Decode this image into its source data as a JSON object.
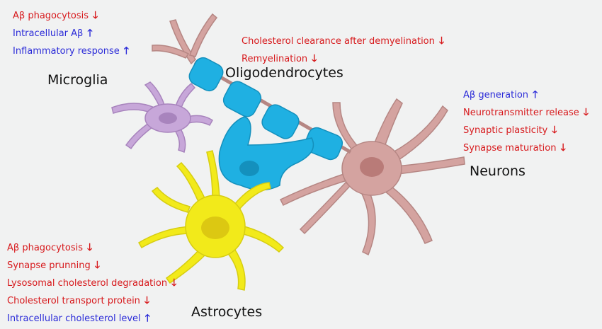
{
  "colors": {
    "down": "#d7191c",
    "up": "#2b2bd8",
    "microglia": "#c7a7d9",
    "oligodendrocyte": "#1fb0e2",
    "neuron": "#d4a3a0",
    "astrocyte": "#f2ea1a"
  },
  "cells": {
    "microglia": "Microglia",
    "oligodendrocytes": "Oligodendrocytes",
    "neurons": "Neurons",
    "astrocytes": "Astrocytes"
  },
  "effects": {
    "microglia": [
      {
        "text": "Aβ phagocytosis",
        "direction": "down",
        "arrow": "🡓"
      },
      {
        "text": "Intracellular Aβ",
        "direction": "up",
        "arrow": "🡑"
      },
      {
        "text": "Inflammatory response",
        "direction": "up",
        "arrow": "🡑"
      }
    ],
    "oligodendrocytes": [
      {
        "text": "Cholesterol clearance after demyelination",
        "direction": "down",
        "arrow": "🡓"
      },
      {
        "text": "Remyelination",
        "direction": "down",
        "arrow": "🡓"
      }
    ],
    "neurons": [
      {
        "text": "Aβ generation",
        "direction": "up",
        "arrow": "🡑"
      },
      {
        "text": "Neurotransmitter release",
        "direction": "down",
        "arrow": "🡓"
      },
      {
        "text": "Synaptic plasticity",
        "direction": "down",
        "arrow": "🡓"
      },
      {
        "text": "Synapse maturation",
        "direction": "down",
        "arrow": "🡓"
      }
    ],
    "astrocytes": [
      {
        "text": "Aβ phagocytosis",
        "direction": "down",
        "arrow": "🡓"
      },
      {
        "text": "Synapse prunning",
        "direction": "down",
        "arrow": "🡓"
      },
      {
        "text": "Lysosomal cholesterol degradation",
        "direction": "down",
        "arrow": "🡓"
      },
      {
        "text": "Cholesterol transport protein",
        "direction": "down",
        "arrow": "🡓"
      },
      {
        "text": "Intracellular cholesterol level",
        "direction": "up",
        "arrow": "🡑"
      }
    ]
  }
}
